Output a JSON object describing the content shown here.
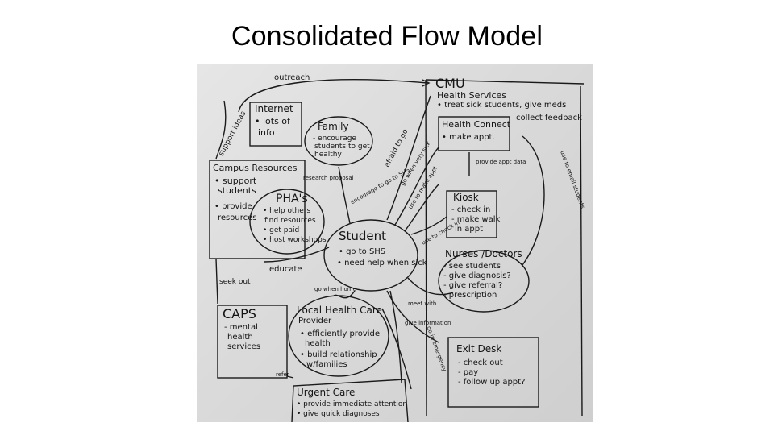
{
  "slide": {
    "title": "Consolidated Flow Model"
  },
  "diagram": {
    "cmu": {
      "title": "CMU",
      "subtitle": "Health Services",
      "note": "• treat sick students, give meds"
    },
    "collect_feedback": "collect feedback",
    "health_connect": {
      "title": "Health Connect",
      "item": "• make appt."
    },
    "internet": {
      "title": "Internet",
      "item1": "• lots of",
      "item2": "info"
    },
    "family": {
      "title": "Family",
      "item1": "- encourage",
      "item2": "students to get",
      "item3": "healthy"
    },
    "campus_resources": {
      "title": "Campus Resources",
      "item1": "• support",
      "item2": "students",
      "item3": "• provide",
      "item4": "resources"
    },
    "phas": {
      "title": "PHA's",
      "item1": "• help others",
      "item2": "find resources",
      "item3": "• get paid",
      "item4": "• host workshops"
    },
    "student": {
      "title": "Student",
      "item1": "• go to SHS",
      "item2": "• need help when sick"
    },
    "kiosk": {
      "title": "Kiosk",
      "item1": "- check in",
      "item2": "- make walk",
      "item3": "in appt"
    },
    "nurses": {
      "title": "Nurses /Doctors",
      "item1": "- see students",
      "item2": "- give diagnosis?",
      "item3": "- give referral?",
      "item4": "- prescription"
    },
    "caps": {
      "title": "CAPS",
      "item1": "- mental",
      "item2": "health",
      "item3": "services"
    },
    "local_hcp": {
      "title": "Local Health Care",
      "subtitle": "Provider",
      "item1": "• efficiently provide",
      "item2": "health",
      "item3": "• build relationship",
      "item4": "w/families"
    },
    "exit_desk": {
      "title": "Exit Desk",
      "item1": "- check out",
      "item2": "- pay",
      "item3": "- follow up appt?"
    },
    "urgent_care": {
      "title": "Urgent Care",
      "item1": "• provide immediate attention",
      "item2": "• give quick diagnoses"
    },
    "labels": {
      "outreach": "outreach",
      "support_ideas": "support ideas",
      "afraid_to_go": "afraid to go",
      "go_when_very_sick": "go when very sick",
      "use_to_make_appt": "use to make appt",
      "provide_appt_data": "provide appt data",
      "use_to_email_students": "use to email students",
      "encourage_to_go_to_shs": "encourage to go to SHS",
      "research_proposal": "research proposal",
      "use_to_check_in": "use to check in",
      "educate": "educate",
      "seek_out": "seek out",
      "go_when_home": "go when home",
      "meet_with": "meet with",
      "give_information": "give information",
      "go_in_emergency": "go in emergency",
      "refer": "refer"
    }
  }
}
